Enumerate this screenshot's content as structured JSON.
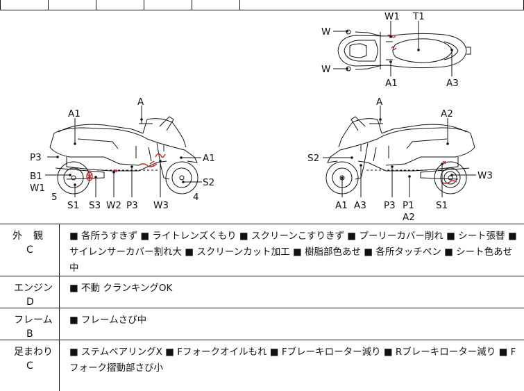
{
  "diagram": {
    "top_view": {
      "labels": [
        "W1",
        "T1",
        "W",
        "W",
        "A1",
        "A3"
      ]
    },
    "left_view": {
      "labels": [
        "A",
        "A1",
        "P3",
        "A1",
        "B1",
        "W1",
        "S2",
        "5",
        "4",
        "S1",
        "S3",
        "W2",
        "P3",
        "W3"
      ]
    },
    "right_view": {
      "labels": [
        "A",
        "A2",
        "S2",
        "W3",
        "A1",
        "A3",
        "P3",
        "P1",
        "A2",
        "S1"
      ]
    },
    "colors": {
      "damage": "#d02020",
      "line": "#111111"
    }
  },
  "sections": [
    {
      "category": "外　観",
      "grade": "C",
      "items": [
        "各所うすきず",
        "ライトレンズくもり",
        "スクリーンこすりきず",
        "プーリーカバー削れ",
        "シート張替",
        "サイレンサーカバー割れ大",
        "スクリーンカット加工",
        "樹脂部色あせ",
        "各所タッチペン",
        "シート色あせ中"
      ],
      "text": "■ 各所うすきず ■ ライトレンズくもり ■ スクリーンこすりきず ■ プーリーカバー削れ ■ シート張替 ■ サイレンサーカバー割れ大 ■ スクリーンカット加工 ■ 樹脂部色あせ ■ 各所タッチペン ■ シート色あせ中"
    },
    {
      "category": "エンジン",
      "grade": "D",
      "text": "■ 不動 クランキングOK"
    },
    {
      "category": "フレーム",
      "grade": "B",
      "text": "■ フレームさび中"
    },
    {
      "category": "足まわり",
      "grade": "C",
      "text": "■ ステムベアリングX ■ Fフォークオイルもれ ■ Fブレーキローター減り ■ Rブレーキローター減り ■ Fフォーク摺動部さび小"
    }
  ]
}
